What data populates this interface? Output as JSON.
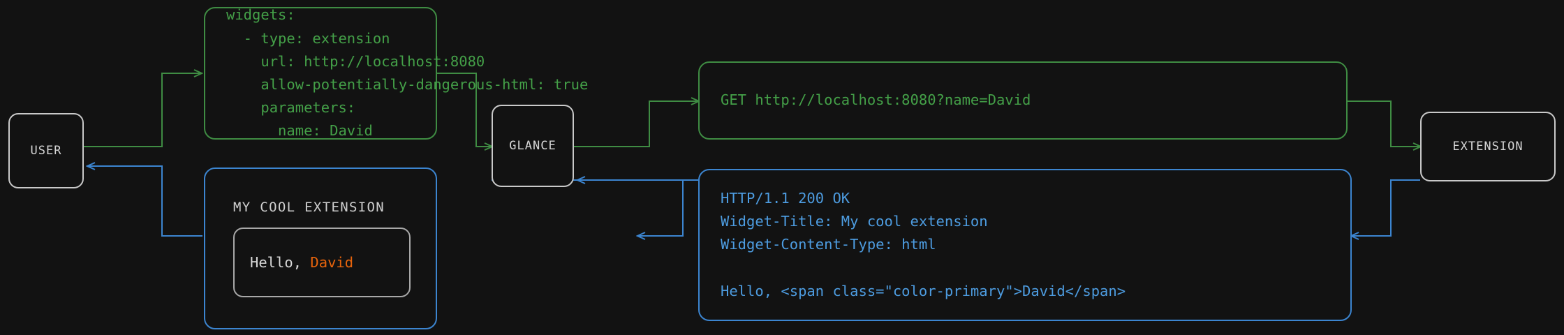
{
  "diagram": {
    "title": "Glance extension request flow",
    "background": "#121212",
    "colors": {
      "request_green": "#44a048",
      "response_blue": "#4d9ce0",
      "actor_border": "#c9c9c9",
      "accent_orange": "#e8640c",
      "body_text": "#d9d9d9"
    }
  },
  "actors": {
    "user": "USER",
    "glance": "GLANCE",
    "extension": "EXTENSION"
  },
  "config_panel": {
    "code": "widgets:\n  - type: extension\n    url: http://localhost:8080\n    allow-potentially-dangerous-html: true\n    parameters:\n      name: David"
  },
  "request_panel": {
    "code": "GET http://localhost:8080?name=David"
  },
  "response_panel": {
    "code": "HTTP/1.1 200 OK\nWidget-Title: My cool extension\nWidget-Content-Type: html\n\nHello, <span class=\"color-primary\">David</span>"
  },
  "widget_preview": {
    "title": "MY COOL EXTENSION",
    "greeting_prefix": "Hello, ",
    "greeting_name": "David"
  }
}
